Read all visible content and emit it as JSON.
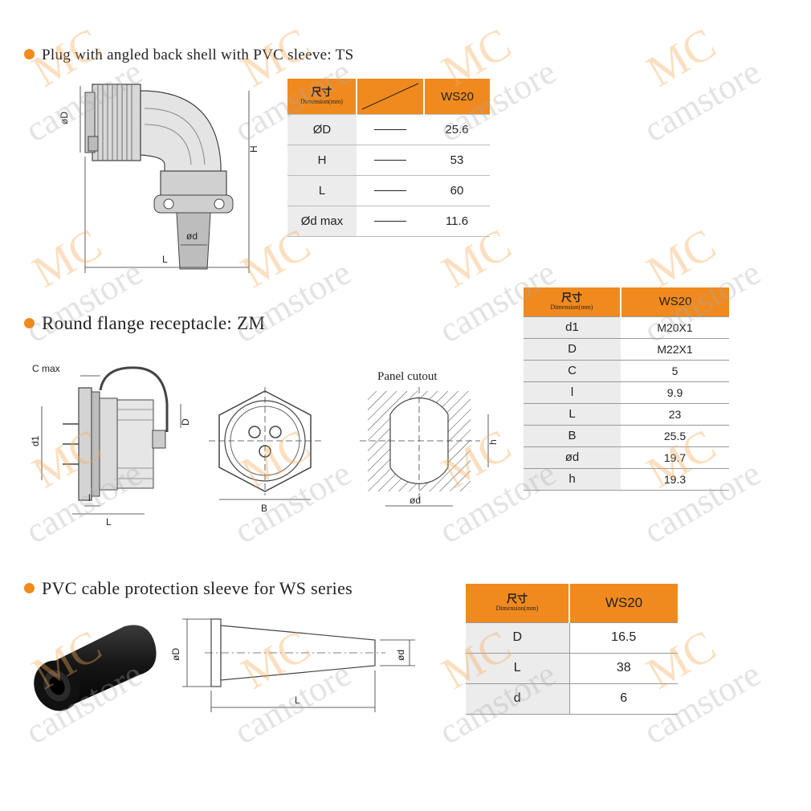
{
  "sections": {
    "ts": {
      "heading": "Plug with angled back shell with PVC sleeve: TS",
      "dims": {
        "D": "øD",
        "H": "H",
        "d": "ød",
        "L": "L"
      },
      "table": {
        "cn": "尺寸",
        "en": "Dimension(mm)",
        "model": "WS20",
        "rows": [
          {
            "label": "ØD",
            "value": "25.6"
          },
          {
            "label": "H",
            "value": "53"
          },
          {
            "label": "L",
            "value": "60"
          },
          {
            "label": "Ød max",
            "value": "11.6"
          }
        ]
      }
    },
    "zm": {
      "heading": "Round flange receptacle: ZM",
      "dims": {
        "cmax": "C max",
        "d1": "d1",
        "D": "D",
        "l": "l",
        "L": "L",
        "B": "B",
        "panel": "Panel cutout",
        "h": "h",
        "d": "ød"
      },
      "table": {
        "cn": "尺寸",
        "en": "Dimension(mm)",
        "model": "WS20",
        "rows": [
          {
            "label": "d1",
            "value": "M20X1"
          },
          {
            "label": "D",
            "value": "M22X1"
          },
          {
            "label": "C",
            "value": "5"
          },
          {
            "label": "l",
            "value": "9.9"
          },
          {
            "label": "L",
            "value": "23"
          },
          {
            "label": "B",
            "value": "25.5"
          },
          {
            "label": "ød",
            "value": "19.7"
          },
          {
            "label": "h",
            "value": "19.3"
          }
        ]
      }
    },
    "sleeve": {
      "heading": "PVC cable protection sleeve for WS series",
      "dims": {
        "D": "øD",
        "d": "ød",
        "L": "L"
      },
      "table": {
        "cn": "尺寸",
        "en": "Dimension(mm)",
        "model": "WS20",
        "rows": [
          {
            "label": "D",
            "value": "16.5"
          },
          {
            "label": "L",
            "value": "38"
          },
          {
            "label": "d",
            "value": "6"
          }
        ]
      }
    }
  },
  "watermark": {
    "mc": "MC",
    "store": "camstore"
  },
  "colors": {
    "accent": "#f08a1e",
    "label_bg": "#ececec"
  }
}
